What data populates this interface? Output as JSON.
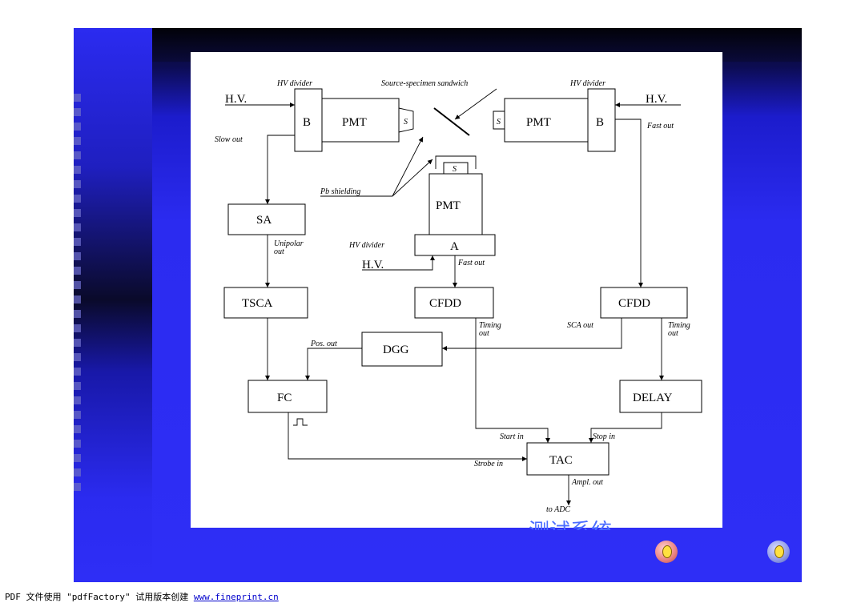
{
  "diagram": {
    "blocks": {
      "b_left": "B",
      "pmt_left": "PMT",
      "s_left": "S",
      "s_right": "S",
      "pmt_right": "PMT",
      "b_right": "B",
      "s_center": "S",
      "pmt_center": "PMT",
      "a_center": "A",
      "sa": "SA",
      "tsca": "TSCA",
      "cfdd_center": "CFDD",
      "cfdd_right": "CFDD",
      "dgg": "DGG",
      "fc": "FC",
      "delay": "DELAY",
      "tac": "TAC"
    },
    "labels": {
      "hv_left": "H.V.",
      "hv_right": "H.V.",
      "hv_center": "H.V.",
      "hv_divider_left": "HV divider",
      "hv_divider_right": "HV divider",
      "hv_divider_center": "HV divider",
      "source": "Source-specimen sandwich",
      "pb": "Pb shielding",
      "slow_out": "Slow out",
      "fast_out_right": "Fast out",
      "fast_out_center": "Fast out",
      "unipolar": "Unipolar",
      "unipolar_out": "out",
      "timing_center": "Timing",
      "timing_center_out": "out",
      "timing_right": "Timing",
      "timing_right_out": "out",
      "sca_out": "SCA out",
      "pos_out": "Pos. out",
      "start_in": "Start in",
      "stop_in": "Stop in",
      "strobe_in": "Strobe in",
      "ampl_out": "Ampl. out",
      "to_adc": "to ADC"
    }
  },
  "slide": {
    "caption": "测试系统"
  },
  "footer": {
    "text": "PDF 文件使用 \"pdfFactory\" 试用版本创建 ",
    "link": "www.fineprint.cn"
  }
}
